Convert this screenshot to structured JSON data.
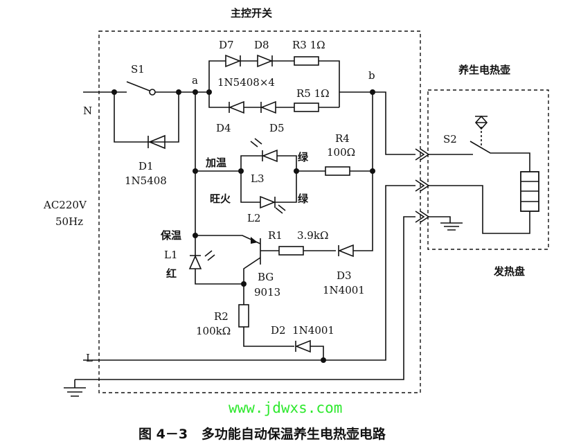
{
  "title": "主控开关",
  "kettle_label": "养生电热壶",
  "heater_label": "发热盘",
  "caption": "图 4－3   多功能自动保温养生电热壶电路",
  "watermark": "www.jdwxs.com",
  "source": {
    "n": "N",
    "l": "L",
    "voltage": "AC220V",
    "freq": "50Hz"
  },
  "nodes": {
    "a": "a",
    "b": "b"
  },
  "components": {
    "s1": "S1",
    "s2": "S2",
    "d1": "D1",
    "d1_part": "1N5408",
    "d7": "D7",
    "d8": "D8",
    "d4": "D4",
    "d5": "D5",
    "diode_group": "1N5408×4",
    "r3": "R3 1Ω",
    "r5": "R5 1Ω",
    "r4": "R4",
    "r4_val": "100Ω",
    "l3": "L3",
    "l2": "L2",
    "l1": "L1",
    "l1_color": "红",
    "green1": "绿",
    "green2": "绿",
    "heat": "加温",
    "boil": "旺火",
    "keep": "保温",
    "r1": "R1",
    "r1_val": "3.9kΩ",
    "d3": "D3",
    "d3_part": "1N4001",
    "bg": "BG",
    "bg_part": "9013",
    "r2": "R2",
    "r2_val": "100kΩ",
    "d2": "D2  1N4001"
  }
}
